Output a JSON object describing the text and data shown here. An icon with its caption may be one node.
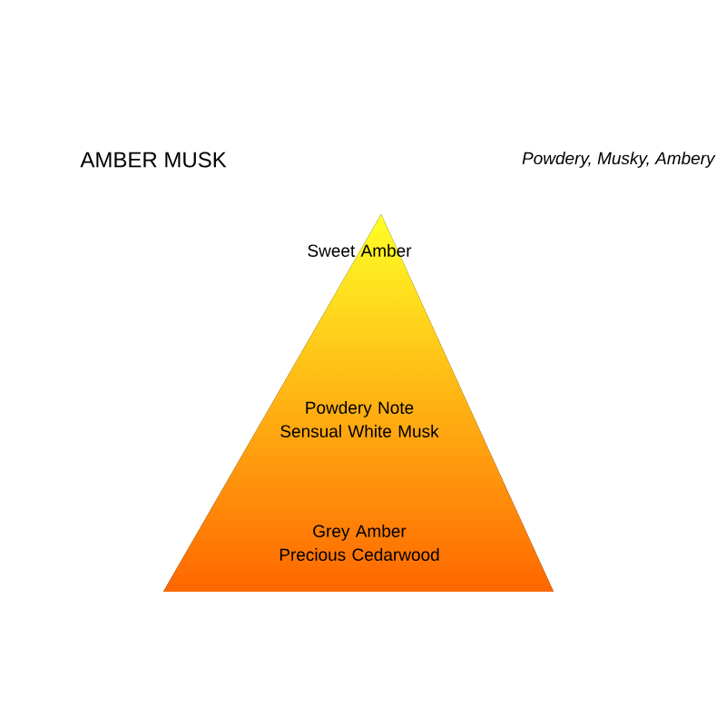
{
  "diagram": {
    "title": "AMBER MUSK",
    "nodes": [
      {
        "text": [
          "Sweet Amber",
          "Powdery Note Sensual White Musk",
          "Grey Amber Precious Cedarwood"
        ]
      }
    ],
    "labels": [
      "Powdery, Musky, Ambery"
    ]
  }
}
